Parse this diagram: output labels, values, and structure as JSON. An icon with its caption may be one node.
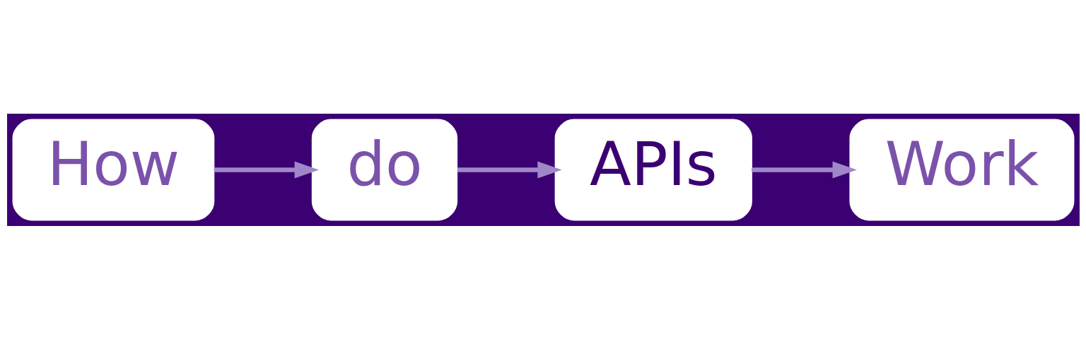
{
  "diagram": {
    "nodes": [
      {
        "text": [
          "How"
        ]
      },
      {
        "text": [
          "do"
        ]
      },
      {
        "text": [
          "APIs"
        ]
      },
      {
        "text": [
          "Work"
        ]
      }
    ],
    "edges": [
      {
        "from": 0,
        "to": 1,
        "arrow": "to"
      },
      {
        "from": 1,
        "to": 2,
        "arrow": "to"
      },
      {
        "from": 2,
        "to": 3,
        "arrow": "to"
      }
    ]
  }
}
